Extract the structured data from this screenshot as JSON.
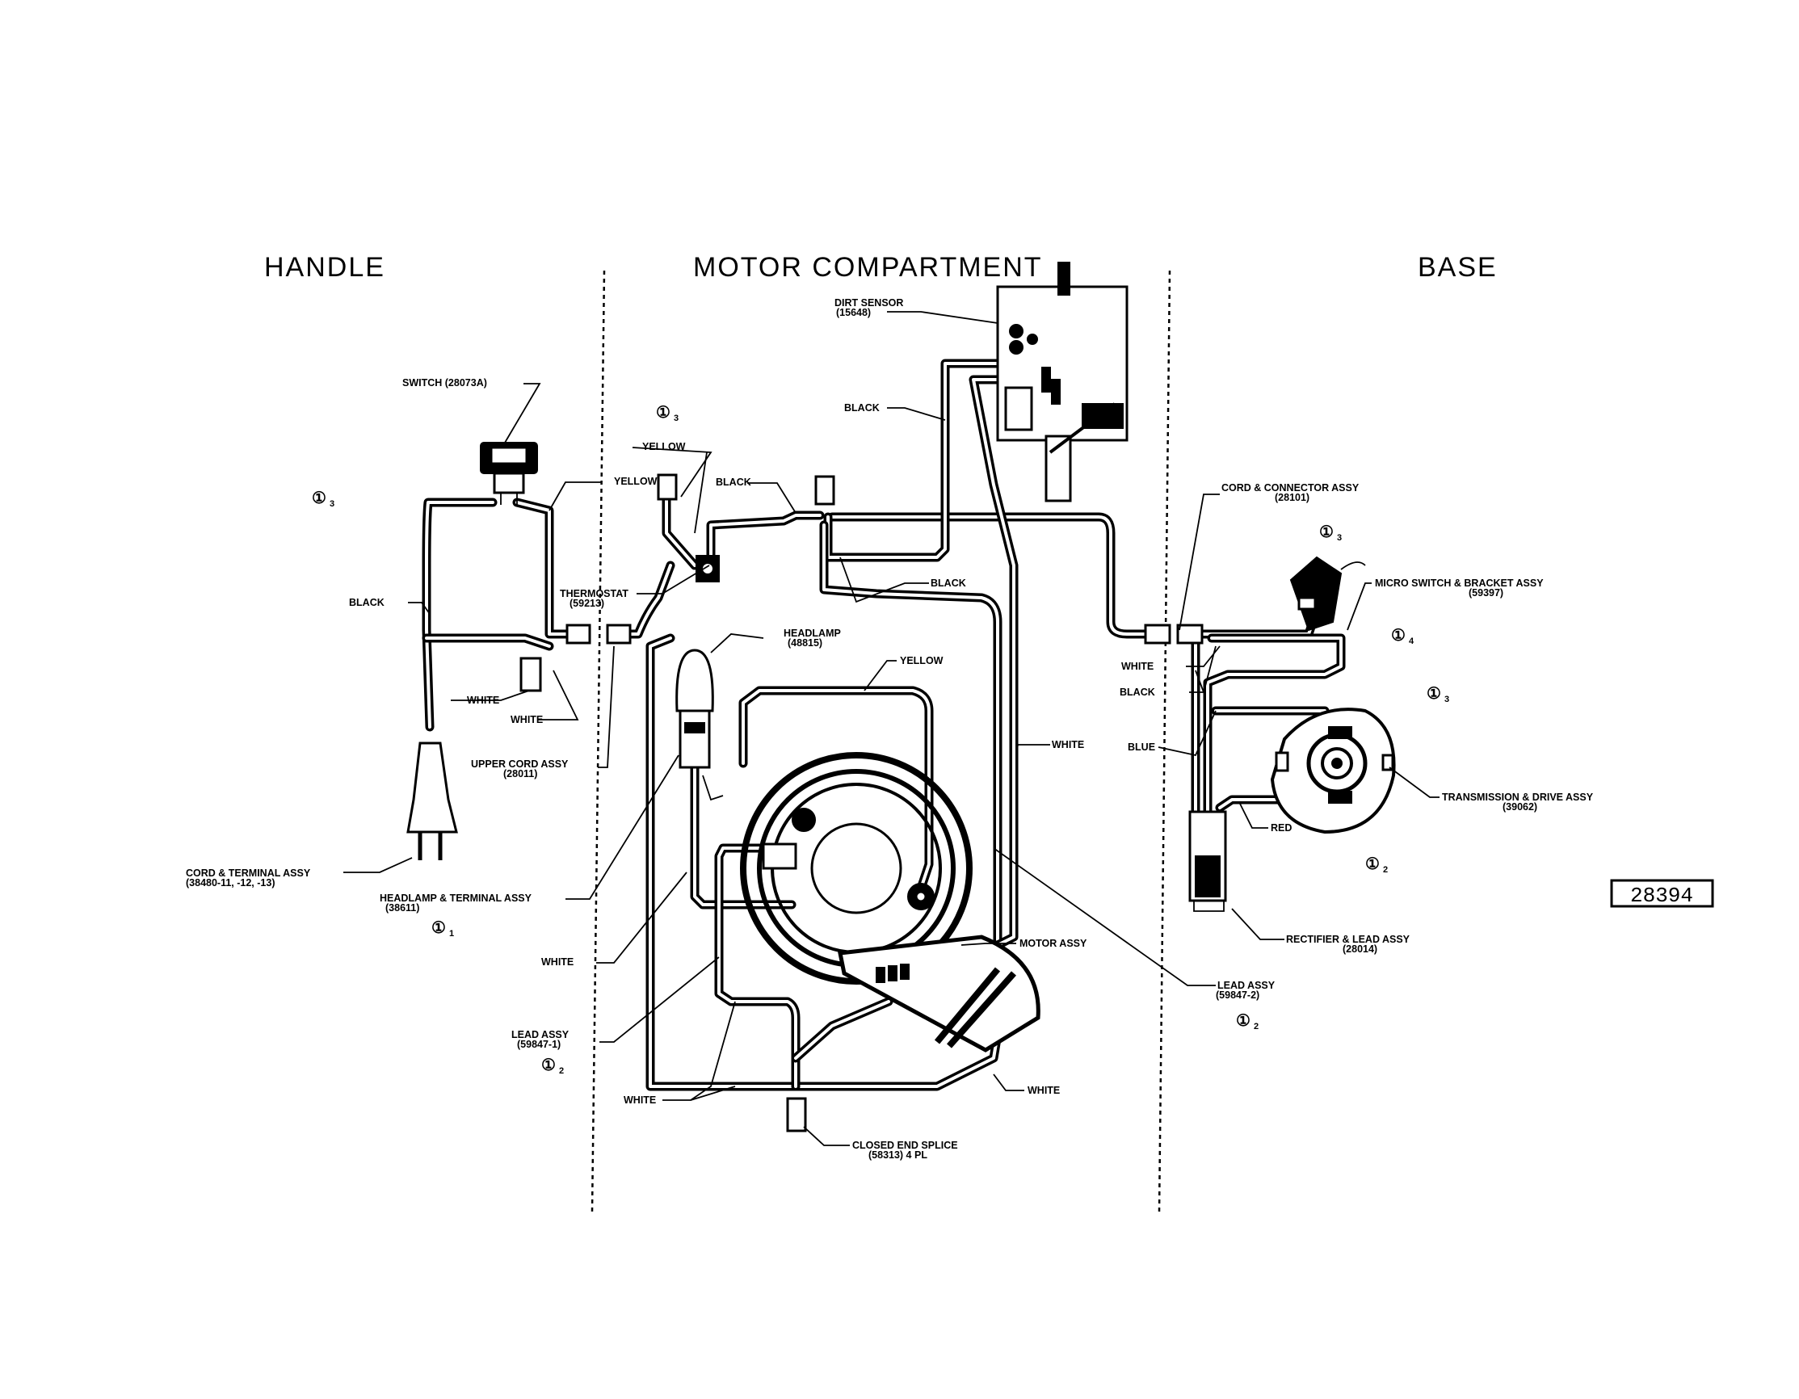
{
  "sections": {
    "handle": "HANDLE",
    "motor_compartment": "MOTOR COMPARTMENT",
    "base": "BASE"
  },
  "figure_number": "28394",
  "note_symbol": "①",
  "parts": {
    "switch": "SWITCH (28073A)",
    "thermostat": {
      "line1": "THERMOSTAT",
      "line2": "(59213)"
    },
    "dirt_sensor": {
      "line1": "DIRT SENSOR",
      "line2": "(15648)"
    },
    "headlamp": {
      "line1": "HEADLAMP",
      "line2": "(48815)"
    },
    "upper_cord_assy": {
      "line1": "UPPER CORD ASSY",
      "line2": "(28011)"
    },
    "cord_terminal_assy": {
      "line1": "CORD & TERMINAL ASSY",
      "line2": "(38480-11, -12, -13)"
    },
    "headlamp_terminal_assy": {
      "line1": "HEADLAMP & TERMINAL ASSY",
      "line2": "(38611)"
    },
    "lead_assy_1": {
      "line1": "LEAD ASSY",
      "line2": "(59847-1)"
    },
    "closed_end_splice": {
      "line1": "CLOSED END SPLICE",
      "line2": "(58313) 4 PL"
    },
    "motor_assy": "MOTOR ASSY",
    "lead_assy_2": {
      "line1": "LEAD ASSY",
      "line2": "(59847-2)"
    },
    "cord_connector_assy": {
      "line1": "CORD & CONNECTOR ASSY",
      "line2": "(28101)"
    },
    "micro_switch": {
      "line1": "MICRO SWITCH & BRACKET ASSY",
      "line2": "(59397)"
    },
    "transmission": {
      "line1": "TRANSMISSION & DRIVE ASSY",
      "line2": "(39062)"
    },
    "rectifier": {
      "line1": "RECTIFIER & LEAD ASSY",
      "line2": "(28014)"
    }
  },
  "wire_labels": {
    "yellow_handle": "YELLOW",
    "black_handle": "BLACK",
    "white_handle_1": "WHITE",
    "white_handle_2": "WHITE",
    "yellow_thermo": "YELLOW",
    "black_thermo": "BLACK",
    "black_sensor": "BLACK",
    "black_mid": "BLACK",
    "yellow_headlamp": "YELLOW",
    "white_motor_right": "WHITE",
    "white_lower_left": "WHITE",
    "white_bottom_left": "WHITE",
    "white_bottom_right": "WHITE",
    "white_base": "WHITE",
    "black_base": "BLACK",
    "blue_base": "BLUE",
    "red_base": "RED"
  },
  "notes": {
    "handle": "3",
    "thermostat": "3",
    "headlamp_terminal": "1",
    "lead_assy_1": "2",
    "lead_assy_2": "2",
    "cord_connector": "3",
    "micro_switch": "4",
    "transmission": "3",
    "rectifier": "2"
  }
}
